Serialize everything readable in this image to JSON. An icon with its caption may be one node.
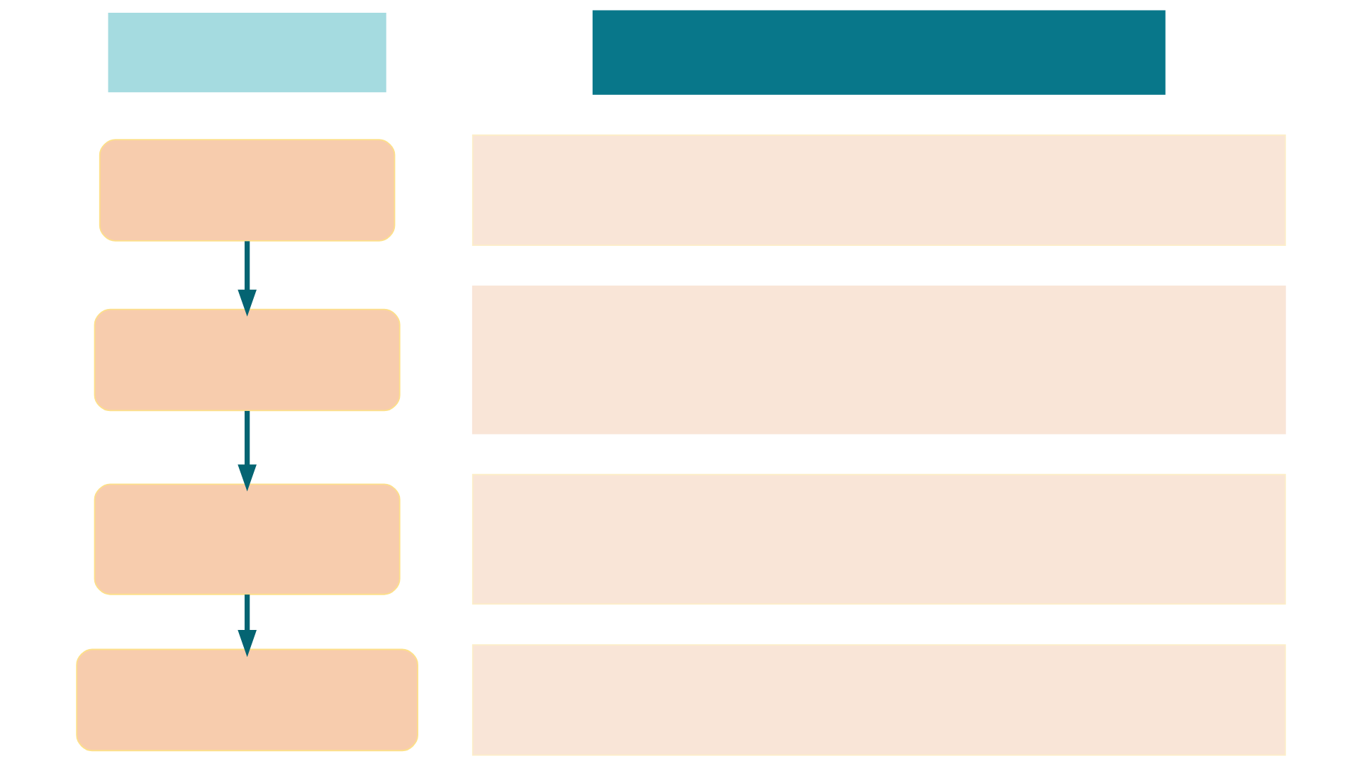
{
  "diagram": {
    "nodes": [
      {
        "text": [],
        "shape": "bar"
      },
      {
        "text": [],
        "shape": "bar"
      },
      {
        "text": [],
        "shape": "box"
      },
      {
        "text": [],
        "shape": "box"
      },
      {
        "text": [],
        "shape": "box"
      },
      {
        "text": [],
        "shape": "box"
      },
      {
        "text": [],
        "shape": "bar"
      },
      {
        "text": [],
        "shape": "bar"
      },
      {
        "text": [],
        "shape": "bar"
      },
      {
        "text": [],
        "shape": "bar"
      }
    ],
    "edges": [
      {
        "from": 2,
        "to": 3,
        "arrow": "to"
      },
      {
        "from": 3,
        "to": 4,
        "arrow": "to"
      },
      {
        "from": 4,
        "to": 5,
        "arrow": "to"
      }
    ]
  }
}
